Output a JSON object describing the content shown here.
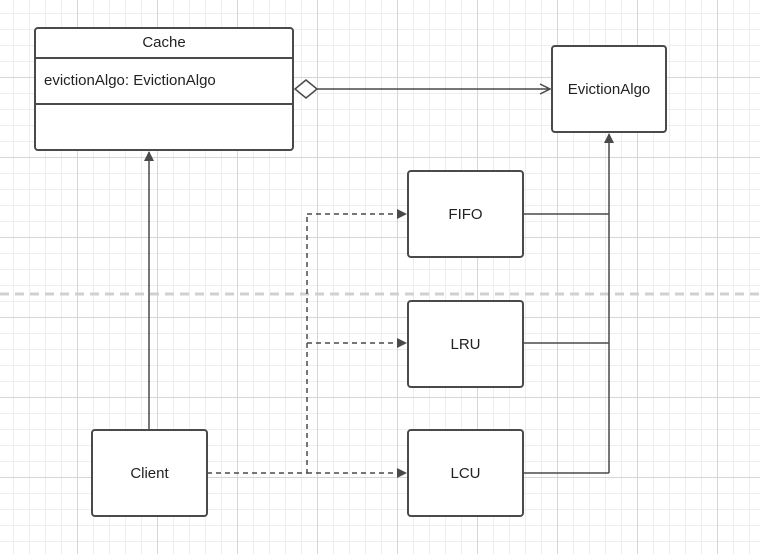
{
  "diagram": {
    "cache": {
      "name": "Cache",
      "attribute": "evictionAlgo: EvictionAlgo"
    },
    "nodes": {
      "eviction_algo": "EvictionAlgo",
      "fifo": "FIFO",
      "lru": "LRU",
      "lcu": "LCU",
      "client": "Client"
    }
  },
  "colors": {
    "line": "#4a4a4a",
    "grid": "#d6d6d6",
    "page_break": "#d0d0d0"
  }
}
